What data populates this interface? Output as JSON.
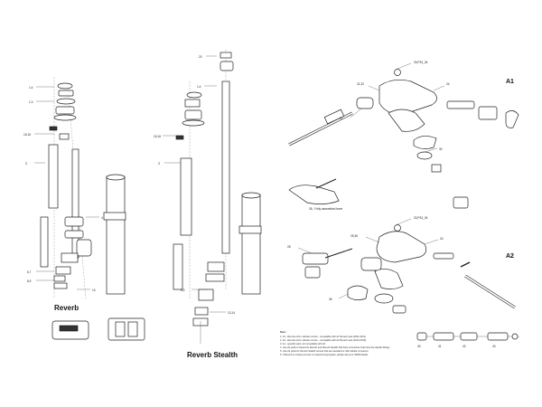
{
  "diagram": {
    "sections": {
      "reverb_title": "Reverb",
      "reverb_stealth_title": "Reverb Stealth",
      "a1_label": "A1",
      "a2_label": "A2",
      "assembled_caption": "35 - Fully assembled lever"
    },
    "note": {
      "heading": "Note:",
      "lines": [
        "1. A1 - Remote shim: tabular remote - compatible with A1 Reverb seat (2011-2013)",
        "2. A2 - Remote shim: tabular remote - compatible with A2 Reverb seat (2013-2016)",
        "3. A1 - specific parts not compatible with A2",
        "4. Use A2 parts to bleed the Reverb and Reverb Stealth that have connectors that have the tabular fittings",
        "5. Use A2 parts for Reverb Stealth remote that are standard or with tabular connector",
        "6. If Reverb is missing remote or experiencing bypass, please ask your SRAM dealer"
      ]
    }
  }
}
